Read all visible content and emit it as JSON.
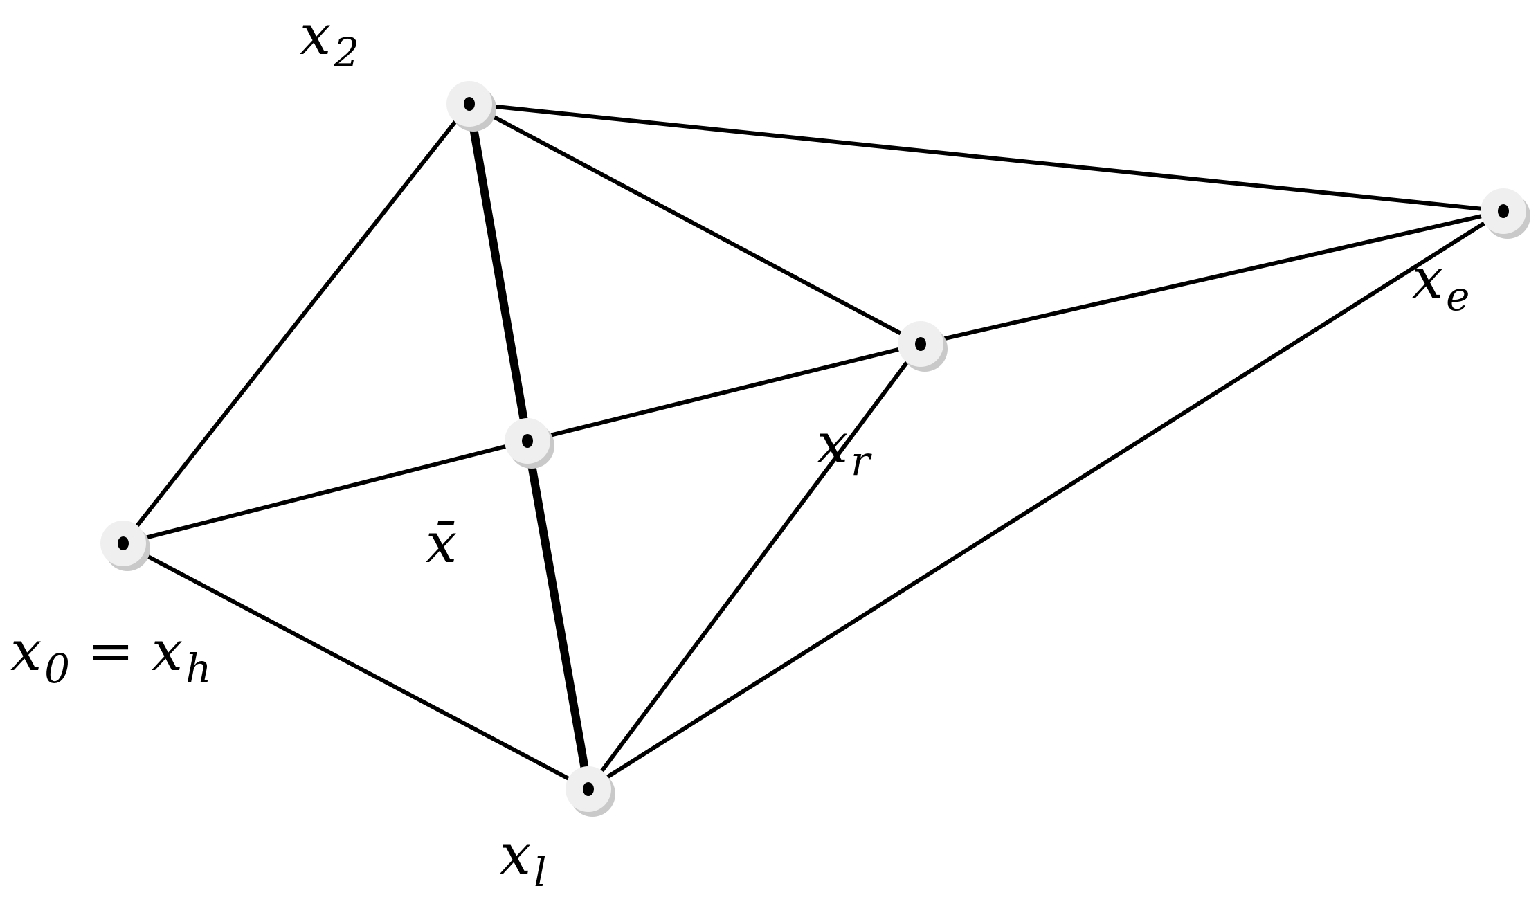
{
  "diagram": {
    "colors": {
      "line": "#000000",
      "node_halo": "#efefef",
      "node_shadow": "#c9c9c9",
      "background": "#ffffff"
    },
    "nodes": [
      {
        "id": "x2",
        "base": "x",
        "sub": "2"
      },
      {
        "id": "xe",
        "base": "x",
        "sub": "e"
      },
      {
        "id": "xr",
        "base": "x",
        "sub": "r"
      },
      {
        "id": "xbar",
        "base": "x̄",
        "sub": ""
      },
      {
        "id": "x0",
        "base": "x",
        "sub": "0",
        "suffix_op": " = ",
        "suffix_base": "x",
        "suffix_sub": "h"
      },
      {
        "id": "xl",
        "base": "x",
        "sub": "l"
      }
    ],
    "edges": [
      {
        "from": "x2",
        "to": "xe",
        "bold": false
      },
      {
        "from": "x2",
        "to": "xr",
        "bold": false
      },
      {
        "from": "x2",
        "to": "x0",
        "bold": false
      },
      {
        "from": "x2",
        "to": "xbar",
        "bold": true
      },
      {
        "from": "xbar",
        "to": "xl",
        "bold": true
      },
      {
        "from": "x0",
        "to": "xbar",
        "bold": false
      },
      {
        "from": "xbar",
        "to": "xr",
        "bold": false
      },
      {
        "from": "xr",
        "to": "xe",
        "bold": false
      },
      {
        "from": "x0",
        "to": "xl",
        "bold": false
      },
      {
        "from": "xl",
        "to": "xr",
        "bold": false
      },
      {
        "from": "xl",
        "to": "xe",
        "bold": false
      }
    ]
  }
}
